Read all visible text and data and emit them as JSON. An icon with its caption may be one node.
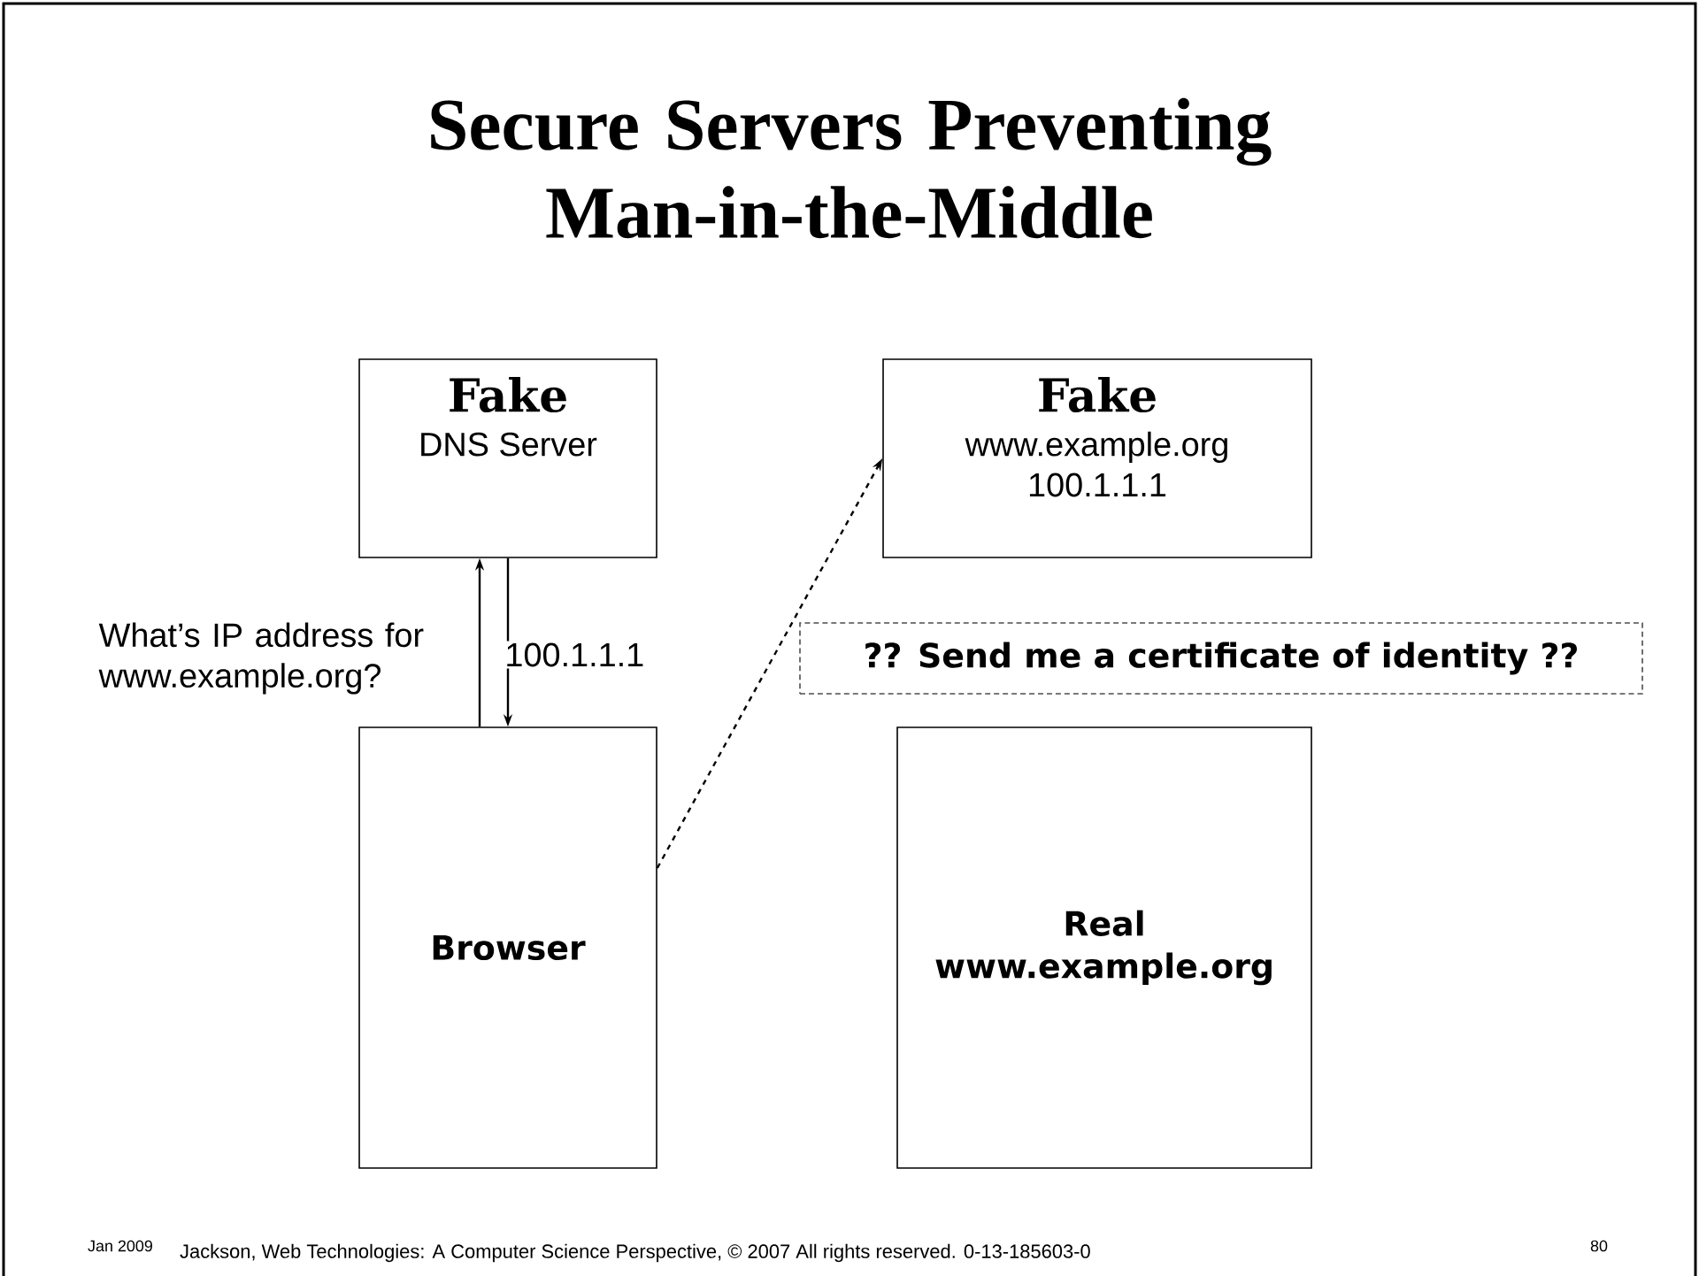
{
  "diagram": {
    "title": "Secure Servers Preventing Man-in-the-Middle",
    "nodes": [
      {
        "text": [
          "Fake",
          "DNS Server"
        ]
      },
      {
        "text": [
          "Fake",
          "www.example.org 100.1.1.1"
        ]
      },
      {
        "text": [
          "Browser"
        ]
      },
      {
        "text": [
          "Real www.example.org"
        ]
      },
      {
        "text": [
          "?? Send me a certificate of identity ??"
        ]
      }
    ],
    "edges": [
      {
        "from": 2,
        "to": 0,
        "arrow": "to",
        "label": "What’s IP address for www.example.org?"
      },
      {
        "from": 0,
        "to": 2,
        "arrow": "to",
        "label": "100.1.1.1"
      },
      {
        "from": 2,
        "to": 1,
        "arrow": "to",
        "style": "dashed"
      }
    ],
    "labels": [
      "Jan 2009",
      "Jackson, Web Technologies: A Computer Science Perspective, © 2007 All rights reserved. 0-13-185603-0",
      "80"
    ]
  }
}
